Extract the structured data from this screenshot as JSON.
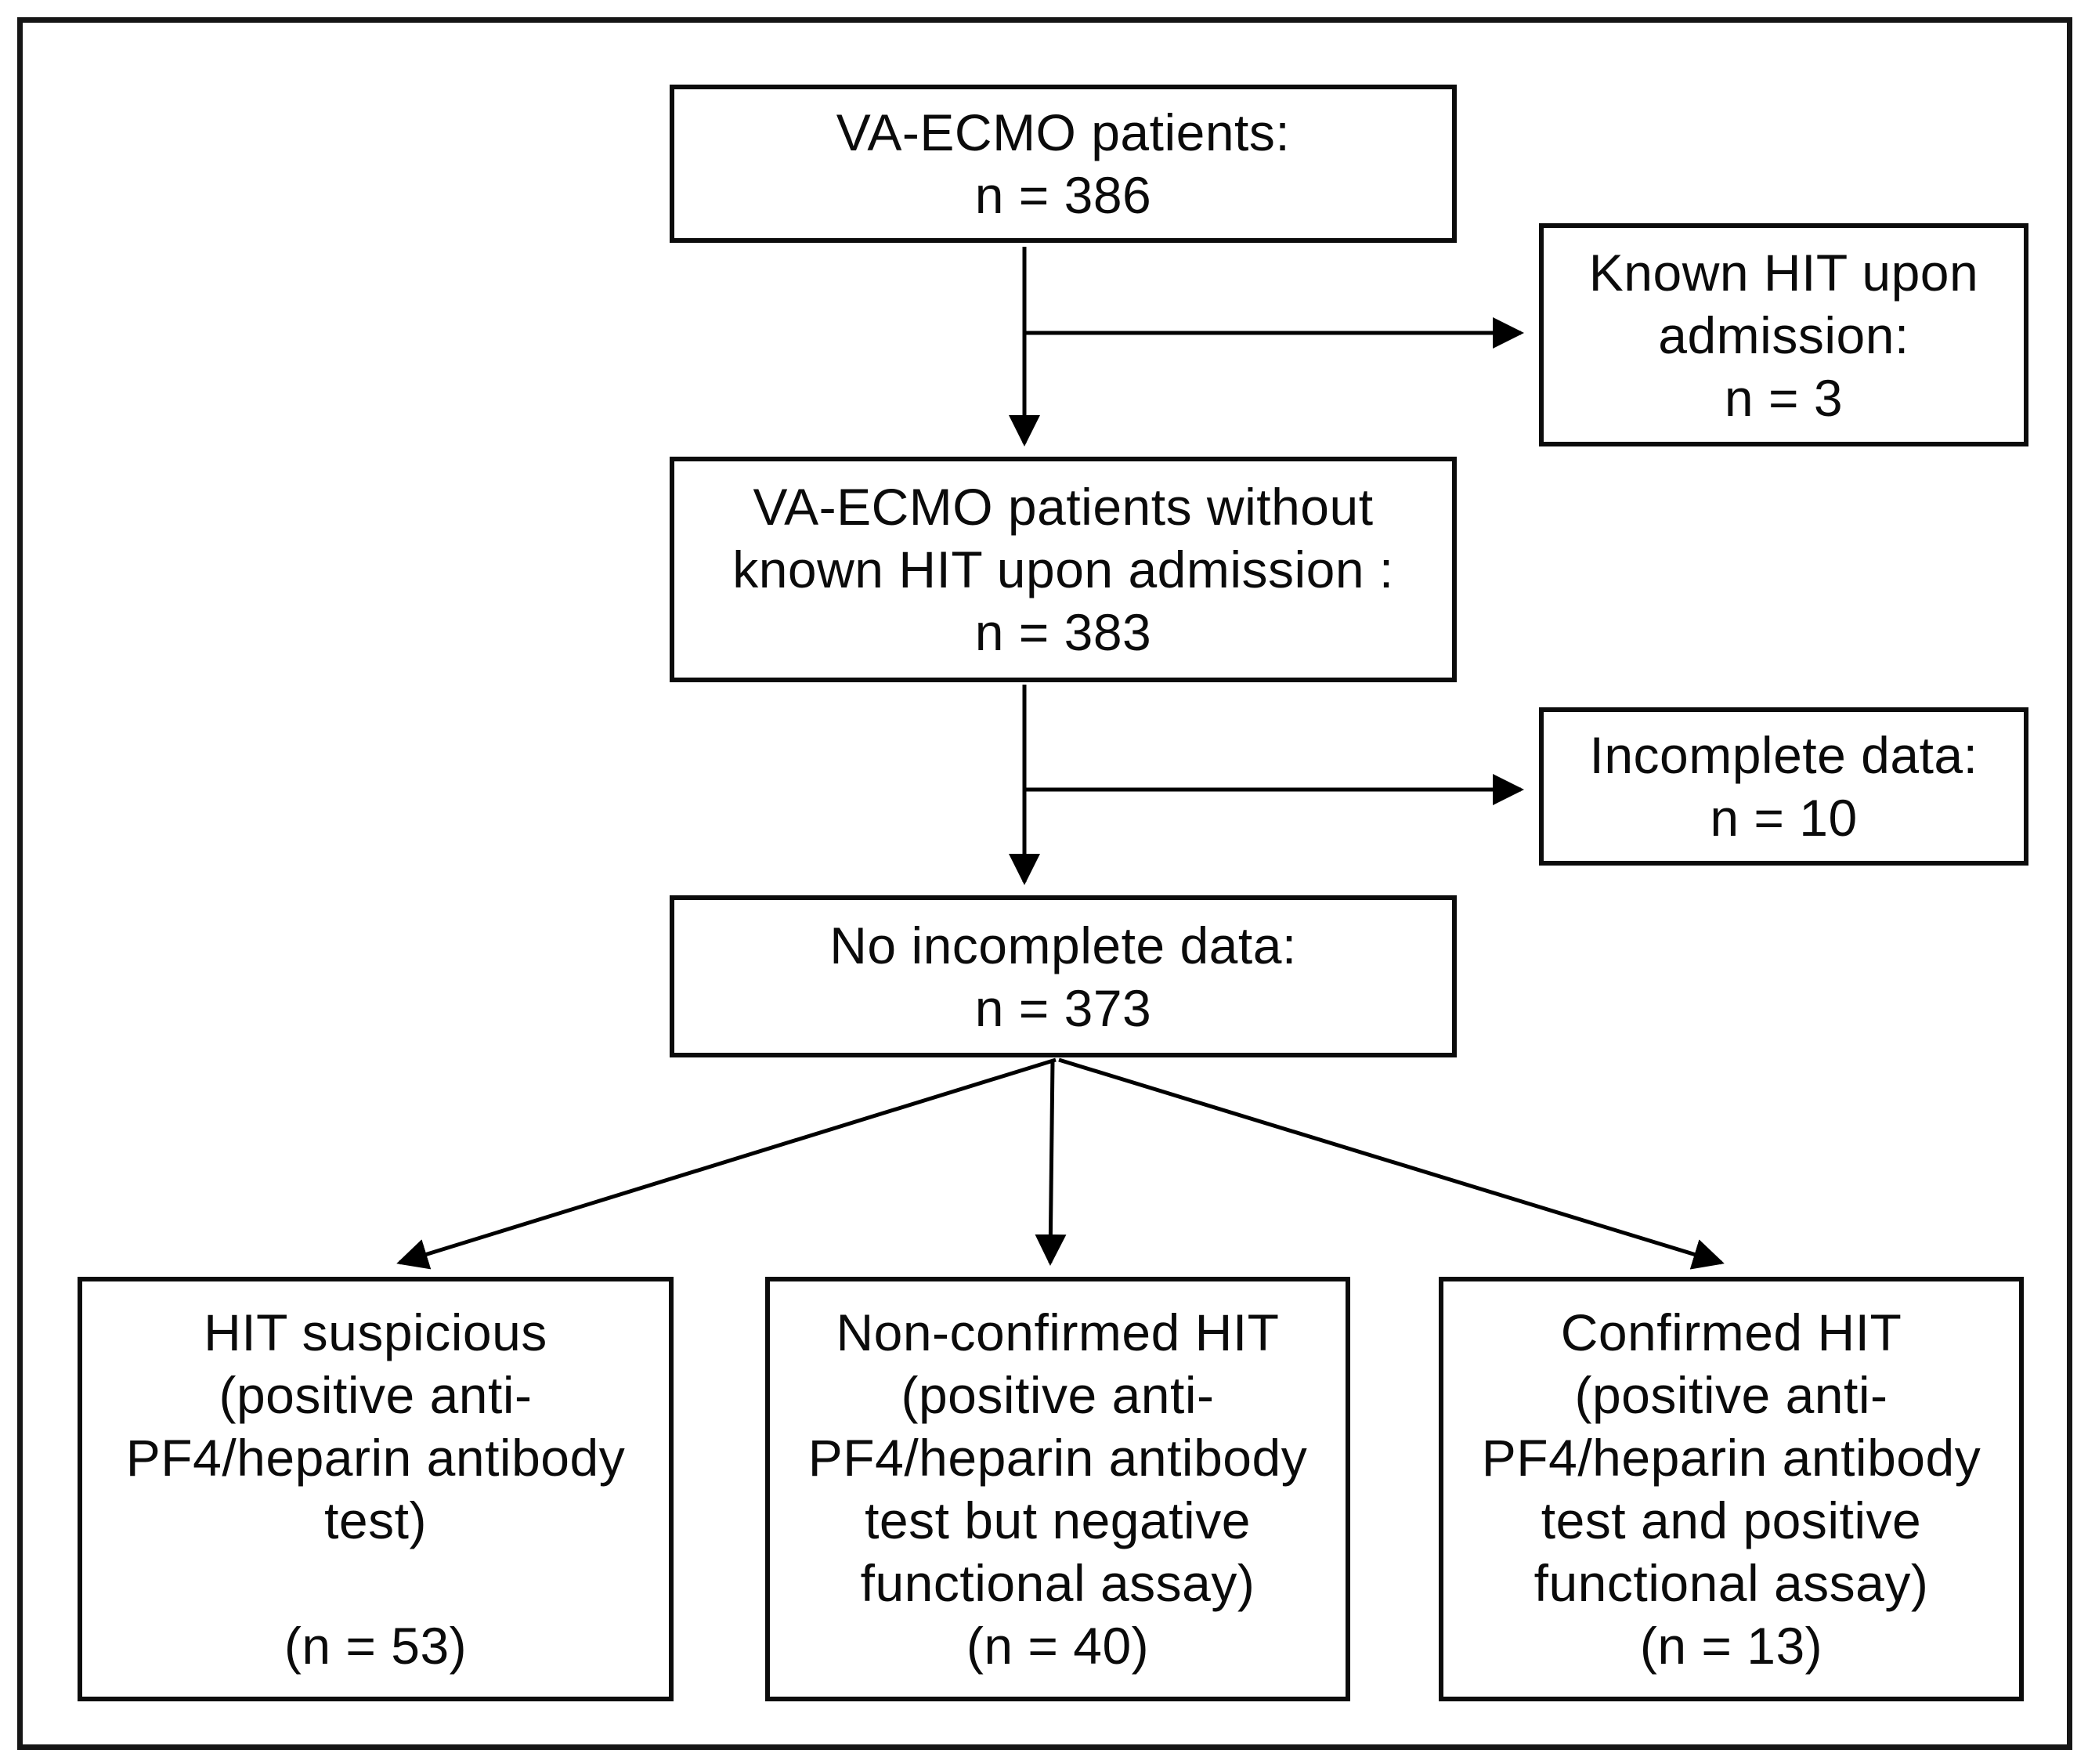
{
  "colors": {
    "background": "#ffffff",
    "box_border": "#0c0c0c",
    "outer_frame": "#151515",
    "arrow": "#000000",
    "text": "#0b0b0b"
  },
  "nodes": {
    "total": {
      "text": "VA-ECMO patients:\nn = 386"
    },
    "known_hit": {
      "text": "Known HIT upon\nadmission:\nn = 3"
    },
    "without": {
      "text": "VA-ECMO patients without\nknown HIT upon admission :\nn = 383"
    },
    "incomplete": {
      "text": "Incomplete data:\nn = 10"
    },
    "complete": {
      "text": "No incomplete data:\nn = 373"
    },
    "suspicious": {
      "text": "HIT suspicious\n(positive anti-\nPF4/heparin antibody\ntest)\n\n(n = 53)"
    },
    "nonconfirmed": {
      "text": "Non-confirmed HIT\n(positive anti-\nPF4/heparin antibody\ntest but negative\nfunctional assay)\n(n = 40)"
    },
    "confirmed": {
      "text": "Confirmed HIT\n(positive anti-\nPF4/heparin antibody\ntest and positive\nfunctional assay)\n(n = 13)"
    }
  },
  "edges": [
    {
      "from": "total",
      "to": "known_hit"
    },
    {
      "from": "total",
      "to": "without"
    },
    {
      "from": "without",
      "to": "incomplete"
    },
    {
      "from": "without",
      "to": "complete"
    },
    {
      "from": "complete",
      "to": "suspicious"
    },
    {
      "from": "complete",
      "to": "nonconfirmed"
    },
    {
      "from": "complete",
      "to": "confirmed"
    }
  ]
}
